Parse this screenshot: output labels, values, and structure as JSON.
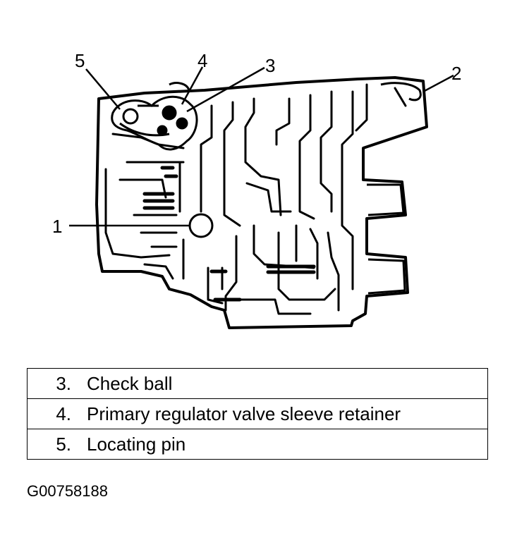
{
  "callouts": [
    "1",
    "2",
    "3",
    "4",
    "5"
  ],
  "legend": [
    {
      "number": "3.",
      "text": "Check ball"
    },
    {
      "number": "4.",
      "text": "Primary regulator valve sleeve retainer"
    },
    {
      "number": "5.",
      "text": "Locating pin"
    }
  ],
  "figure_id": "G00758188"
}
